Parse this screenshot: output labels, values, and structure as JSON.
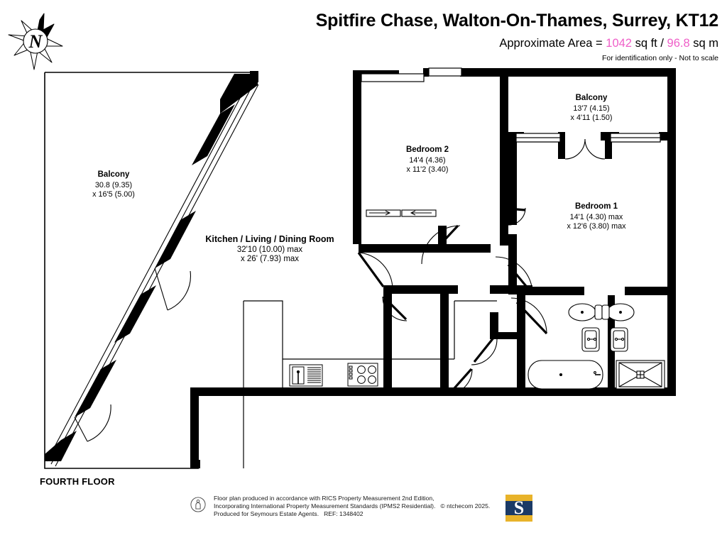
{
  "header": {
    "title": "Spitfire Chase, Walton-On-Thames, Surrey, KT12",
    "area_prefix": "Approximate Area = ",
    "area_sqft": "1042",
    "area_sqft_unit": " sq ft / ",
    "area_sqm": "96.8",
    "area_sqm_unit": " sq m",
    "disclaimer": "For identification only - Not to scale"
  },
  "compass": {
    "north_letter": "N"
  },
  "floor_label": "FOURTH FLOOR",
  "rooms": [
    {
      "key": "balcony_left",
      "name": "Balcony",
      "dim1": "30.8 (9.35)",
      "dim2": "x 16'5 (5.00)"
    },
    {
      "key": "kitchen_living_dining",
      "name": "Kitchen / Living / Dining Room",
      "dim1": "32'10 (10.00) max",
      "dim2": "x 26' (7.93)  max"
    },
    {
      "key": "bedroom_2",
      "name": "Bedroom 2",
      "dim1": "14'4 (4.36)",
      "dim2": "x 11'2 (3.40)"
    },
    {
      "key": "bedroom_1",
      "name": "Bedroom 1",
      "dim1": "14'1 (4.30) max",
      "dim2": "x 12'6 (3.80) max"
    },
    {
      "key": "balcony_right",
      "name": "Balcony",
      "dim1": "13'7 (4.15)",
      "dim2": "x 4'11 (1.50)"
    }
  ],
  "footer": {
    "line1": "Floor plan produced in accordance with RICS Property Measurement 2nd Edition,",
    "line2a": "Incorporating International Property Measurement Standards (IPMS2 Residential).",
    "line2b": "© ntchecom 2025.",
    "line3a": "Produced for Seymours Estate Agents.",
    "line3b": "REF: 1348402",
    "logo_letter": "S"
  },
  "colors": {
    "accent_pink": "#ef5fc8",
    "wall_black": "#000000",
    "logo_navy": "#1b3a66",
    "logo_gold": "#e8b32a"
  }
}
